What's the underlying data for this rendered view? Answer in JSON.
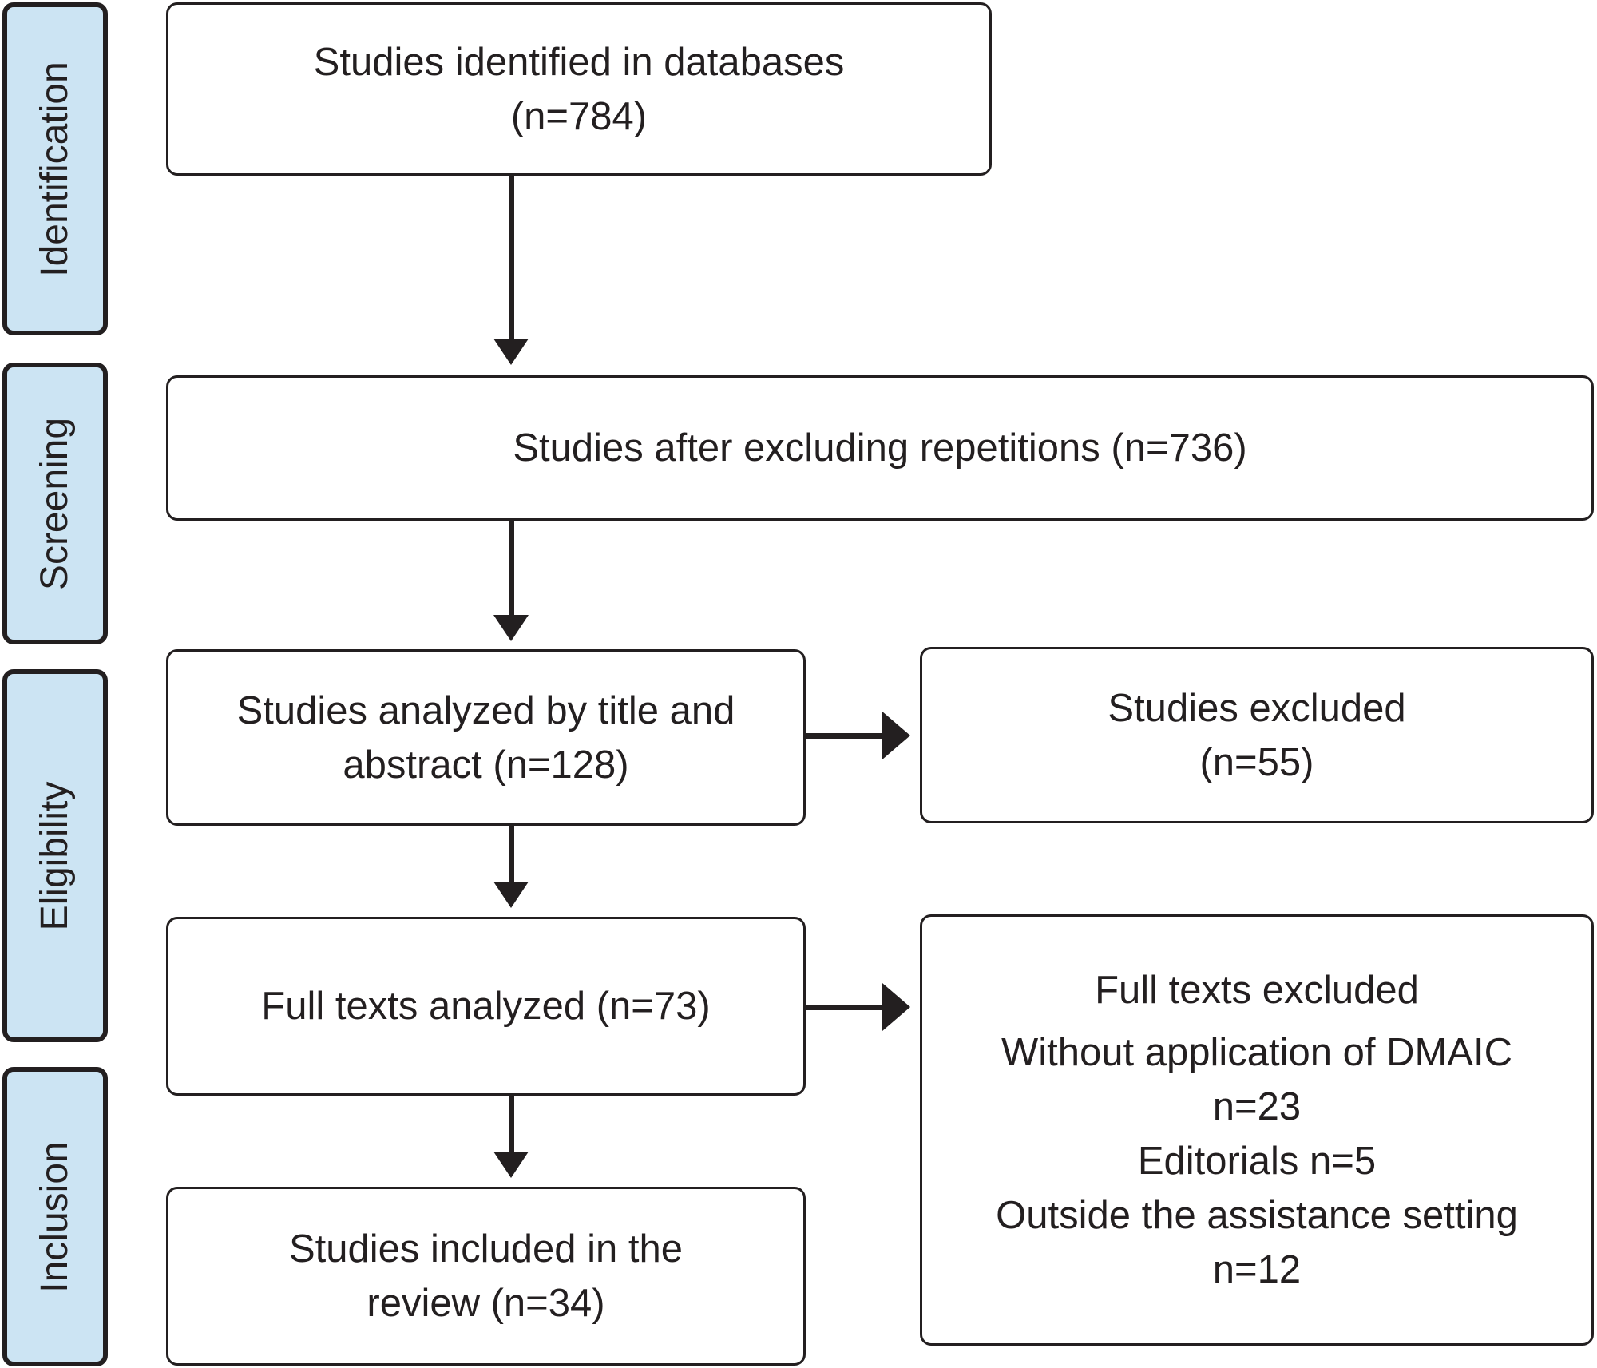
{
  "phases": {
    "identification": "Identification",
    "screening": "Screening",
    "eligibility": "Eligibility",
    "inclusion": "Inclusion"
  },
  "boxes": {
    "identified": {
      "line1": "Studies identified in databases",
      "line2": "(n=784)"
    },
    "after_repetitions": {
      "line1": "Studies after excluding repetitions (n=736)"
    },
    "analyzed_title_abstract": {
      "line1": "Studies analyzed by title and",
      "line2": "abstract (n=128)"
    },
    "studies_excluded": {
      "line1": "Studies excluded",
      "line2": "(n=55)"
    },
    "full_texts_analyzed": {
      "line1": "Full texts analyzed (n=73)"
    },
    "full_texts_excluded": {
      "title": "Full texts excluded",
      "reason1": "Without application of DMAIC",
      "reason1_count": "n=23",
      "reason2": "Editorials n=5",
      "reason3": "Outside the assistance setting",
      "reason3_count": "n=12"
    },
    "included": {
      "line1": "Studies included in the",
      "line2": "review (n=34)"
    }
  }
}
